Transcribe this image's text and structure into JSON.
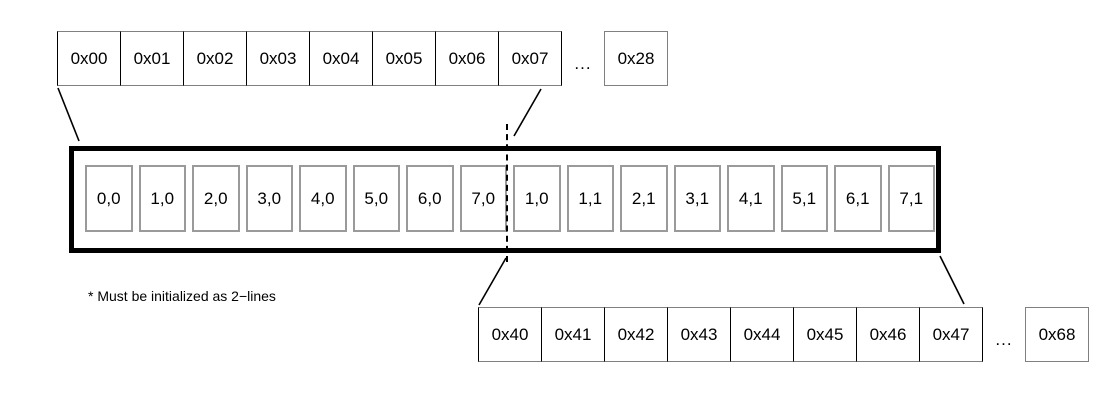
{
  "diagram": {
    "note": "* Must be initialized as 2−lines",
    "ellipsis": "...",
    "top_row": {
      "name": "upper-address-row",
      "cells": [
        "0x00",
        "0x01",
        "0x02",
        "0x03",
        "0x04",
        "0x05",
        "0x06",
        "0x07"
      ],
      "detached_cell": "0x28"
    },
    "bottom_row": {
      "name": "lower-address-row",
      "cells": [
        "0x40",
        "0x41",
        "0x42",
        "0x43",
        "0x44",
        "0x45",
        "0x46",
        "0x47"
      ],
      "detached_cell": "0x68"
    },
    "bar": {
      "name": "cache-line-buffer",
      "slots": [
        "0,0",
        "1,0",
        "2,0",
        "3,0",
        "4,0",
        "5,0",
        "6,0",
        "7,0",
        "1,0",
        "1,1",
        "2,1",
        "3,1",
        "4,1",
        "5,1",
        "6,1",
        "7,1"
      ],
      "split_after_index": 8
    },
    "colors": {
      "stroke": "#000000",
      "cell_border": "#808080",
      "slot_border": "#9a9a9a",
      "background": "#ffffff"
    }
  }
}
